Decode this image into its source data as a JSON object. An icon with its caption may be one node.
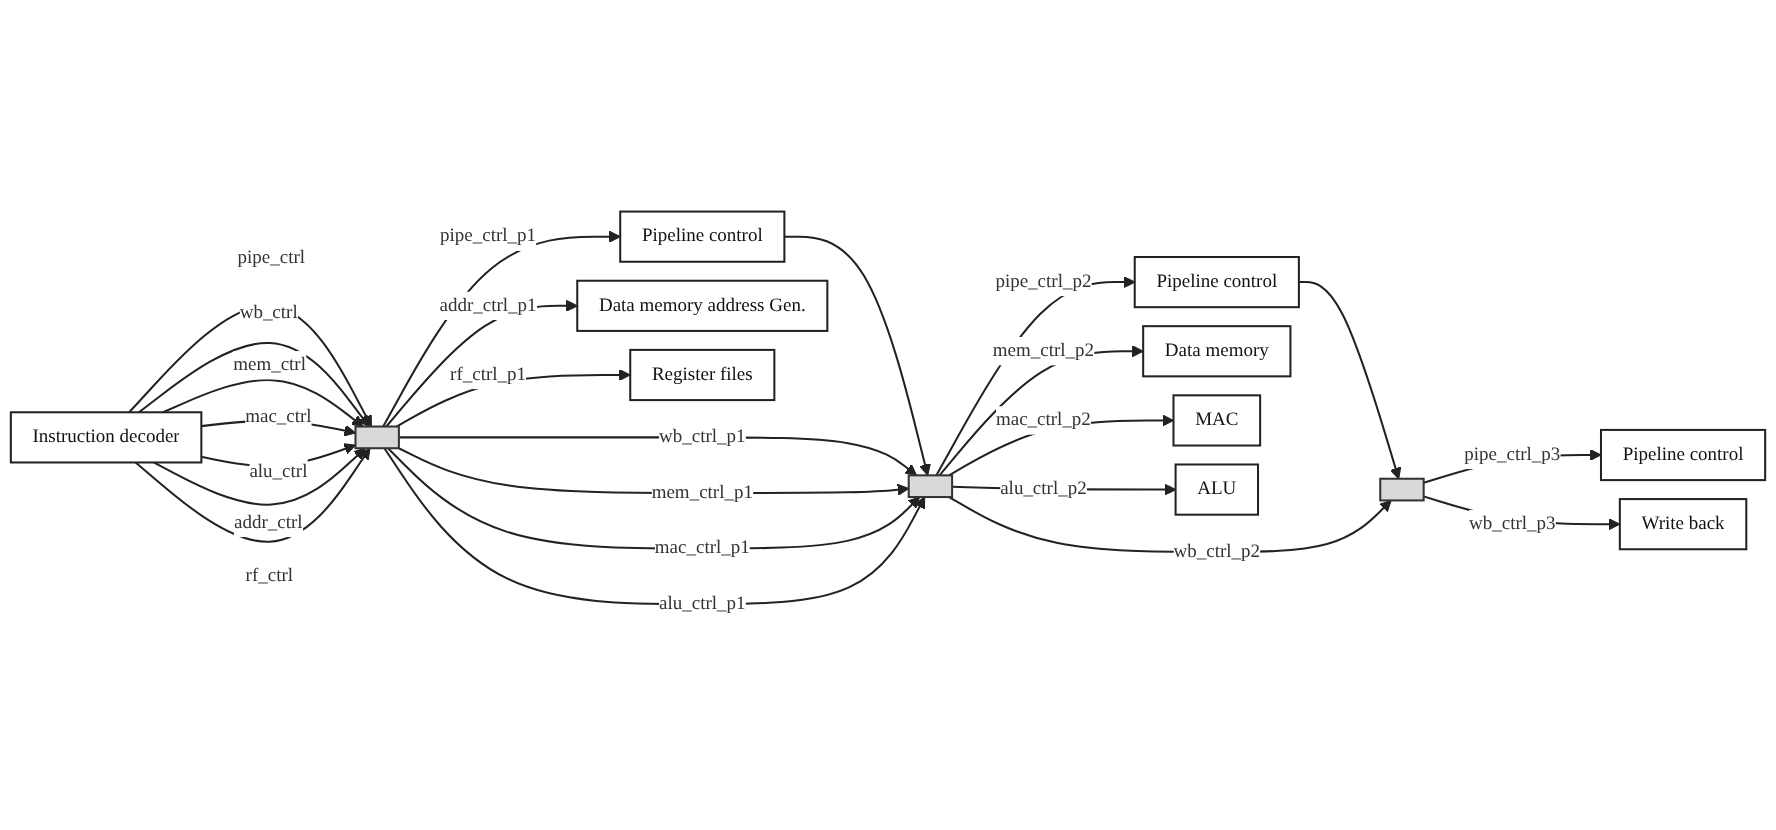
{
  "diagram": {
    "nodes": [
      {
        "text": [
          "Instruction decoder"
        ]
      },
      {
        "text": [],
        "shape": "bar"
      },
      {
        "text": [
          "Pipeline control"
        ]
      },
      {
        "text": [
          "Data memory address Gen."
        ]
      },
      {
        "text": [
          "Register files"
        ]
      },
      {
        "text": [],
        "shape": "bar"
      },
      {
        "text": [
          "Pipeline control"
        ]
      },
      {
        "text": [
          "Data memory"
        ]
      },
      {
        "text": [
          "MAC"
        ]
      },
      {
        "text": [
          "ALU"
        ]
      },
      {
        "text": [],
        "shape": "bar"
      },
      {
        "text": [
          "Pipeline control"
        ]
      },
      {
        "text": [
          "Write back"
        ]
      }
    ],
    "edges": [
      {
        "from": 0,
        "to": 1,
        "label": "pipe_ctrl",
        "arrow": "to"
      },
      {
        "from": 0,
        "to": 1,
        "label": "wb_ctrl",
        "arrow": "to"
      },
      {
        "from": 0,
        "to": 1,
        "label": "mem_ctrl",
        "arrow": "to"
      },
      {
        "from": 0,
        "to": 1,
        "label": "mac_ctrl",
        "arrow": "to"
      },
      {
        "from": 0,
        "to": 1,
        "label": "alu_ctrl",
        "arrow": "to"
      },
      {
        "from": 0,
        "to": 1,
        "label": "addr_ctrl",
        "arrow": "to"
      },
      {
        "from": 0,
        "to": 1,
        "label": "rf_ctrl",
        "arrow": "to"
      },
      {
        "from": 1,
        "to": 2,
        "label": "pipe_ctrl_p1",
        "arrow": "to"
      },
      {
        "from": 2,
        "to": 5,
        "arrow": "to"
      },
      {
        "from": 1,
        "to": 5,
        "label": "wb_ctrl_p1",
        "arrow": "to"
      },
      {
        "from": 1,
        "to": 5,
        "label": "mem_ctrl_p1",
        "arrow": "to"
      },
      {
        "from": 1,
        "to": 5,
        "label": "mac_ctrl_p1",
        "arrow": "to"
      },
      {
        "from": 1,
        "to": 5,
        "label": "alu_ctrl_p1",
        "arrow": "to"
      },
      {
        "from": 1,
        "to": 3,
        "label": "addr_ctrl_p1",
        "arrow": "to"
      },
      {
        "from": 1,
        "to": 4,
        "label": "rf_ctrl_p1",
        "arrow": "to"
      },
      {
        "from": 5,
        "to": 6,
        "label": "pipe_ctrl_p2",
        "arrow": "to"
      },
      {
        "from": 6,
        "to": 10,
        "arrow": "to"
      },
      {
        "from": 5,
        "to": 10,
        "label": "wb_ctrl_p2",
        "arrow": "to"
      },
      {
        "from": 5,
        "to": 7,
        "label": "mem_ctrl_p2",
        "arrow": "to"
      },
      {
        "from": 5,
        "to": 8,
        "label": "mac_ctrl_p2",
        "arrow": "to"
      },
      {
        "from": 5,
        "to": 9,
        "label": "alu_ctrl_p2",
        "arrow": "to"
      },
      {
        "from": 10,
        "to": 11,
        "label": "pipe_ctrl_p3",
        "arrow": "to"
      },
      {
        "from": 10,
        "to": 12,
        "label": "wb_ctrl_p3",
        "arrow": "to"
      }
    ]
  }
}
